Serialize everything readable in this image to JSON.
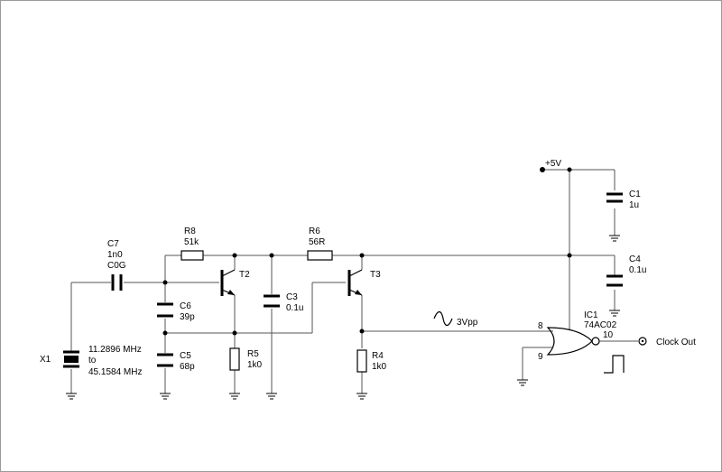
{
  "schematic": {
    "supply": {
      "label": "+5V"
    },
    "capacitors": {
      "c1": {
        "ref": "C1",
        "value": "1u"
      },
      "c3": {
        "ref": "C3",
        "value": "0.1u"
      },
      "c4": {
        "ref": "C4",
        "value": "0.1u"
      },
      "c5": {
        "ref": "C5",
        "value": "68p"
      },
      "c6": {
        "ref": "C6",
        "value": "39p"
      },
      "c7": {
        "ref": "C7",
        "value": "1n0",
        "dielectric": "C0G"
      }
    },
    "resistors": {
      "r4": {
        "ref": "R4",
        "value": "1k0"
      },
      "r5": {
        "ref": "R5",
        "value": "1k0"
      },
      "r6": {
        "ref": "R6",
        "value": "56R"
      },
      "r8": {
        "ref": "R8",
        "value": "51k"
      }
    },
    "transistors": {
      "t2": {
        "ref": "T2"
      },
      "t3": {
        "ref": "T3"
      }
    },
    "crystal": {
      "ref": "X1",
      "freq_low": "11.2896 MHz",
      "to_word": "to",
      "freq_high": "45.1584 MHz"
    },
    "signal": {
      "amplitude_label": "3Vpp"
    },
    "gate": {
      "ref": "IC1",
      "part": "74AC02",
      "pin_in_a": "8",
      "pin_in_b": "9",
      "pin_out": "10"
    },
    "output": {
      "label": "Clock Out"
    },
    "icons": [
      "ground-icon",
      "sine-wave-icon",
      "square-wave-icon",
      "output-connector-icon",
      "nor-gate-icon",
      "npn-transistor-icon",
      "crystal-icon"
    ]
  }
}
